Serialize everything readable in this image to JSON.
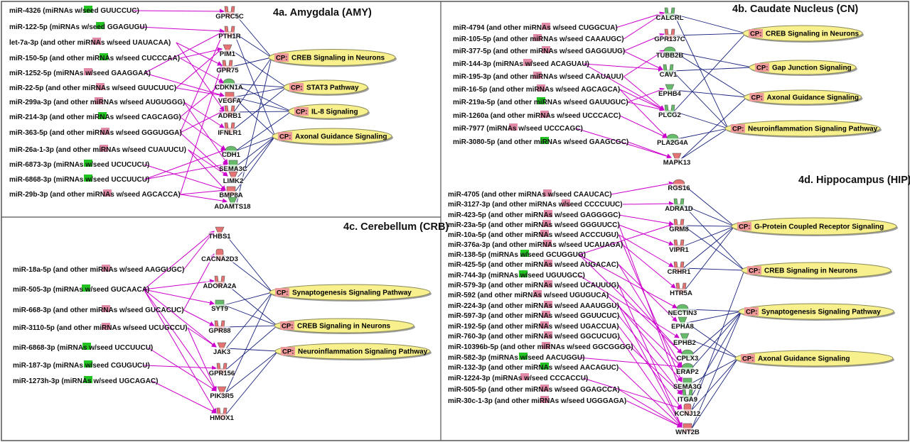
{
  "colors": {
    "mirna_edge": "#cc00cc",
    "pathway_edge": "#1a237e",
    "pathway_fill": "#f7f08c",
    "pathway_stroke": "#8a8a5a",
    "cp_tag": "#ef9a9a",
    "gene_red": "#e57373",
    "gene_green": "#66bb6a",
    "mir_green": "#22c322",
    "mir_red": "#e08aa8",
    "frame": "#555555"
  },
  "panels": [
    {
      "id": "amy",
      "title": "4a. Amygdala (AMY)",
      "mirnas": [
        {
          "label": "miR-4326 (miRNAs w/seed GUUCCUC)",
          "reg": "green"
        },
        {
          "label": "miR-122-5p (miRNAs w/seed GGAGUGU)",
          "reg": "green"
        },
        {
          "label": "let-7a-3p (and other miRNAs w/seed UAUACAA)",
          "reg": "red"
        },
        {
          "label": "miR-150-5p (and other miRNAs w/seed CUCCCAA)",
          "reg": "green"
        },
        {
          "label": "miR-1252-5p (miRNAs w/seed GAAGGAA)",
          "reg": "red"
        },
        {
          "label": "miR-22-5p (and other miRNAs w/seed GUUCUUC)",
          "reg": "red"
        },
        {
          "label": "miR-299a-3p (and other miRNAs w/seed AUGUGGG)",
          "reg": "red"
        },
        {
          "label": "miR-214-3p (and other miRNAs w/seed CAGCAGG)",
          "reg": "green"
        },
        {
          "label": "miR-363-5p (and other miRNAs w/seed GGGUGGA)",
          "reg": "red"
        },
        {
          "label": "miR-26a-1-3p (and other miRNAs w/seed CUAUUCU)",
          "reg": "red"
        },
        {
          "label": "miR-6873-3p (miRNAs w/seed UCUCUCU)",
          "reg": "green"
        },
        {
          "label": "miR-6868-3p (miRNAs w/seed UCCUUCU)",
          "reg": "green"
        },
        {
          "label": "miR-29b-3p (and other miRNAs w/seed AGCACCA)",
          "reg": "red"
        }
      ],
      "genes": [
        {
          "label": "GPRC5C",
          "reg": "red",
          "shape": "receptor"
        },
        {
          "label": "PTH1R",
          "reg": "red",
          "shape": "receptor"
        },
        {
          "label": "PIM1",
          "reg": "red",
          "shape": "kinase"
        },
        {
          "label": "GPR75",
          "reg": "red",
          "shape": "receptor"
        },
        {
          "label": "CDKN1A",
          "reg": "green",
          "shape": "oval"
        },
        {
          "label": "VEGFA",
          "reg": "red",
          "shape": "square"
        },
        {
          "label": "ADRB1",
          "reg": "red",
          "shape": "receptor"
        },
        {
          "label": "IFNLR1",
          "reg": "red",
          "shape": "receptor"
        },
        {
          "label": "CDH1",
          "reg": "green",
          "shape": "oval"
        },
        {
          "label": "SEMA3C",
          "reg": "green",
          "shape": "square"
        },
        {
          "label": "LIMK2",
          "reg": "red",
          "shape": "kinase"
        },
        {
          "label": "BMP8A",
          "reg": "red",
          "shape": "square"
        },
        {
          "label": "ADAMTS18",
          "reg": "green",
          "shape": "kinase"
        }
      ],
      "pathways": [
        {
          "tag": "CP:",
          "label": "CREB Signaling in Neurons"
        },
        {
          "tag": "CP:",
          "label": "STAT3 Pathway"
        },
        {
          "tag": "CP:",
          "label": "IL-8 Signaling"
        },
        {
          "tag": "CP:",
          "label": "Axonal Guidance Signaling"
        }
      ]
    },
    {
      "id": "cn",
      "title": "4b. Caudate Nucleus (CN)",
      "mirnas": [
        {
          "label": "miR-4794 (and other miRNAs w/seed CUGGCUA)",
          "reg": "red"
        },
        {
          "label": "miR-105-5p (and other miRNAs w/seed CAAAUGC)",
          "reg": "red"
        },
        {
          "label": "miR-377-5p (and other miRNAs w/seed GAGGUUG)",
          "reg": "red"
        },
        {
          "label": "miR-144-3p (miRNAs w/seed ACAGUAU)",
          "reg": "red"
        },
        {
          "label": "miR-195-3p (and other miRNAs w/seed CAAUAUU)",
          "reg": "red"
        },
        {
          "label": "miR-16-5p (and other miRNAs w/seed AGCAGCA)",
          "reg": "red"
        },
        {
          "label": "miR-219a-5p (and other miRNAs w/seed GAUUGUC)",
          "reg": "green"
        },
        {
          "label": "miR-1260a (and other miRNAs w/seed UCCCACC)",
          "reg": "red"
        },
        {
          "label": "miR-7977 (miRNAs w/seed UCCCAGC)",
          "reg": "red"
        },
        {
          "label": "miR-3080-5p (and other miRNAs w/seed GAAGCGC)",
          "reg": "green"
        }
      ],
      "genes": [
        {
          "label": "CALCRL",
          "reg": "green",
          "shape": "receptor"
        },
        {
          "label": "GPR137C",
          "reg": "red",
          "shape": "receptor"
        },
        {
          "label": "TUBB2B",
          "reg": "green",
          "shape": "oval"
        },
        {
          "label": "CAV1",
          "reg": "green",
          "shape": "receptor"
        },
        {
          "label": "EPHB4",
          "reg": "green",
          "shape": "kinase"
        },
        {
          "label": "PLCG2",
          "reg": "green",
          "shape": "receptor"
        },
        {
          "label": "PLA2G4A",
          "reg": "green",
          "shape": "oval"
        },
        {
          "label": "MAPK13",
          "reg": "red",
          "shape": "kinase"
        }
      ],
      "pathways": [
        {
          "tag": "CP:",
          "label": "CREB Signaling in Neurons"
        },
        {
          "tag": "CP:",
          "label": "Gap Junction Signaling"
        },
        {
          "tag": "CP:",
          "label": "Axonal Guidance Signaling"
        },
        {
          "tag": "CP:",
          "label": "Neuroinflammation Signaling Pathway"
        }
      ]
    },
    {
      "id": "crb",
      "title": "4c. Cerebellum (CRB)",
      "mirnas": [
        {
          "label": "miR-18a-5p (and other miRNAs w/seed AAGGUGC)",
          "reg": "red"
        },
        {
          "label": "miR-505-3p (miRNAs w/seed GUCAACA)",
          "reg": "green"
        },
        {
          "label": "miR-668-3p (and other miRNAs w/seed GUCACUC)",
          "reg": "red"
        },
        {
          "label": "miR-3110-5p (and other miRNAs w/seed UCUGCCU)",
          "reg": "red"
        },
        {
          "label": "miR-6868-3p (miRNAs w/seed UCCUUCU)",
          "reg": "green"
        },
        {
          "label": "miR-187-3p (miRNAs w/seed CGUGUCU)",
          "reg": "green"
        },
        {
          "label": "miR-1273h-3p (miRNAs w/seed UGCAGAC)",
          "reg": "green"
        }
      ],
      "genes": [
        {
          "label": "THBS1",
          "reg": "red",
          "shape": "kinase"
        },
        {
          "label": "CACNA2D3",
          "reg": "red",
          "shape": "channel"
        },
        {
          "label": "ADORA2A",
          "reg": "red",
          "shape": "receptor"
        },
        {
          "label": "SYT9",
          "reg": "green",
          "shape": "square"
        },
        {
          "label": "GPR88",
          "reg": "red",
          "shape": "receptor"
        },
        {
          "label": "JAK3",
          "reg": "red",
          "shape": "kinase"
        },
        {
          "label": "GPR156",
          "reg": "red",
          "shape": "receptor"
        },
        {
          "label": "PIK3R5",
          "reg": "red",
          "shape": "kinase"
        },
        {
          "label": "HMOX1",
          "reg": "red",
          "shape": "receptor"
        }
      ],
      "pathways": [
        {
          "tag": "CP:",
          "label": "Synaptogenesis Signaling Pathway"
        },
        {
          "tag": "CP:",
          "label": "CREB Signaling in Neurons"
        },
        {
          "tag": "CP:",
          "label": "Neuroinflammation Signaling Pathway"
        }
      ]
    },
    {
      "id": "hip",
      "title": "4d. Hippocampus (HIP)",
      "mirnas": [
        {
          "label": "miR-4705 (and other miRNAs w/seed CAAUCAC)",
          "reg": "red"
        },
        {
          "label": "miR-3127-3p (and other miRNAs w/seed CCCCUUC)",
          "reg": "red"
        },
        {
          "label": "miR-423-5p (and other miRNAs w/seed GAGGGGC)",
          "reg": "red"
        },
        {
          "label": "miR-23a-5p (and other miRNAs w/seed GGGUUCC)",
          "reg": "red"
        },
        {
          "label": "miR-10a-5p (and other miRNAs w/seed ACCCUGU)",
          "reg": "red"
        },
        {
          "label": "miR-376a-3p (and other miRNAs w/seed UCAUAGA)",
          "reg": "red"
        },
        {
          "label": "miR-138-5p (miRNAs w/seed GCUGGUG)",
          "reg": "green"
        },
        {
          "label": "miR-425-5p (and other miRNAs w/seed AUGACAC)",
          "reg": "red"
        },
        {
          "label": "miR-744-3p (miRNAs w/seed UGUUGCC)",
          "reg": "green"
        },
        {
          "label": "miR-579-3p (and other miRNAs w/seed UCAUUUG)",
          "reg": "red"
        },
        {
          "label": "miR-592 (and other miRNAs w/seed UGUGUCA)",
          "reg": "red"
        },
        {
          "label": "miR-224-3p (and other miRNAs w/seed AAAUGGU)",
          "reg": "red"
        },
        {
          "label": "miR-597-3p (and other miRNAs w/seed GGUUCUC)",
          "reg": "red"
        },
        {
          "label": "miR-192-5p (and other miRNAs w/seed UGACCUA)",
          "reg": "red"
        },
        {
          "label": "miR-760-3p (and other miRNAs w/seed GGCUCUG)",
          "reg": "red"
        },
        {
          "label": "miR-10396b-5p (and other miRNAs w/seed GGCGGGG)",
          "reg": "red"
        },
        {
          "label": "miR-582-3p (miRNAs w/seed AACUGGU)",
          "reg": "green"
        },
        {
          "label": "miR-132-3p (and other miRNAs w/seed AACAGUC)",
          "reg": "green"
        },
        {
          "label": "miR-1224-3p (miRNAs w/seed CCCACCU)",
          "reg": "red"
        },
        {
          "label": "miR-505-5p (and other miRNAs w/seed GGAGCCA)",
          "reg": "red"
        },
        {
          "label": "miR-30c-1-3p (and other miRNAs w/seed UGGGAGA)",
          "reg": "red"
        }
      ],
      "genes": [
        {
          "label": "RGS16",
          "reg": "red",
          "shape": "oval"
        },
        {
          "label": "ADRA1D",
          "reg": "green",
          "shape": "receptor"
        },
        {
          "label": "GRM8",
          "reg": "red",
          "shape": "receptor"
        },
        {
          "label": "VIPR1",
          "reg": "red",
          "shape": "receptor"
        },
        {
          "label": "CRHR1",
          "reg": "red",
          "shape": "receptor"
        },
        {
          "label": "HTR5A",
          "reg": "red",
          "shape": "receptor"
        },
        {
          "label": "NECTIN3",
          "reg": "green",
          "shape": "oval"
        },
        {
          "label": "EPHA8",
          "reg": "green",
          "shape": "kinase"
        },
        {
          "label": "EPHB2",
          "reg": "green",
          "shape": "kinase"
        },
        {
          "label": "CPLX3",
          "reg": "green",
          "shape": "oval"
        },
        {
          "label": "ERAP2",
          "reg": "green",
          "shape": "oval"
        },
        {
          "label": "SEMA3G",
          "reg": "green",
          "shape": "square"
        },
        {
          "label": "ITGA9",
          "reg": "green",
          "shape": "receptor"
        },
        {
          "label": "KCNJ12",
          "reg": "red",
          "shape": "channel"
        },
        {
          "label": "WNT2B",
          "reg": "red",
          "shape": "square"
        }
      ],
      "pathways": [
        {
          "tag": "CP:",
          "label": "G-Protein Coupled Receptor Signaling"
        },
        {
          "tag": "CP:",
          "label": "CREB Signaling in Neurons"
        },
        {
          "tag": "CP:",
          "label": "Synaptogenesis Signaling Pathway"
        },
        {
          "tag": "CP:",
          "label": "Axonal Guidance Signaling"
        }
      ]
    }
  ]
}
